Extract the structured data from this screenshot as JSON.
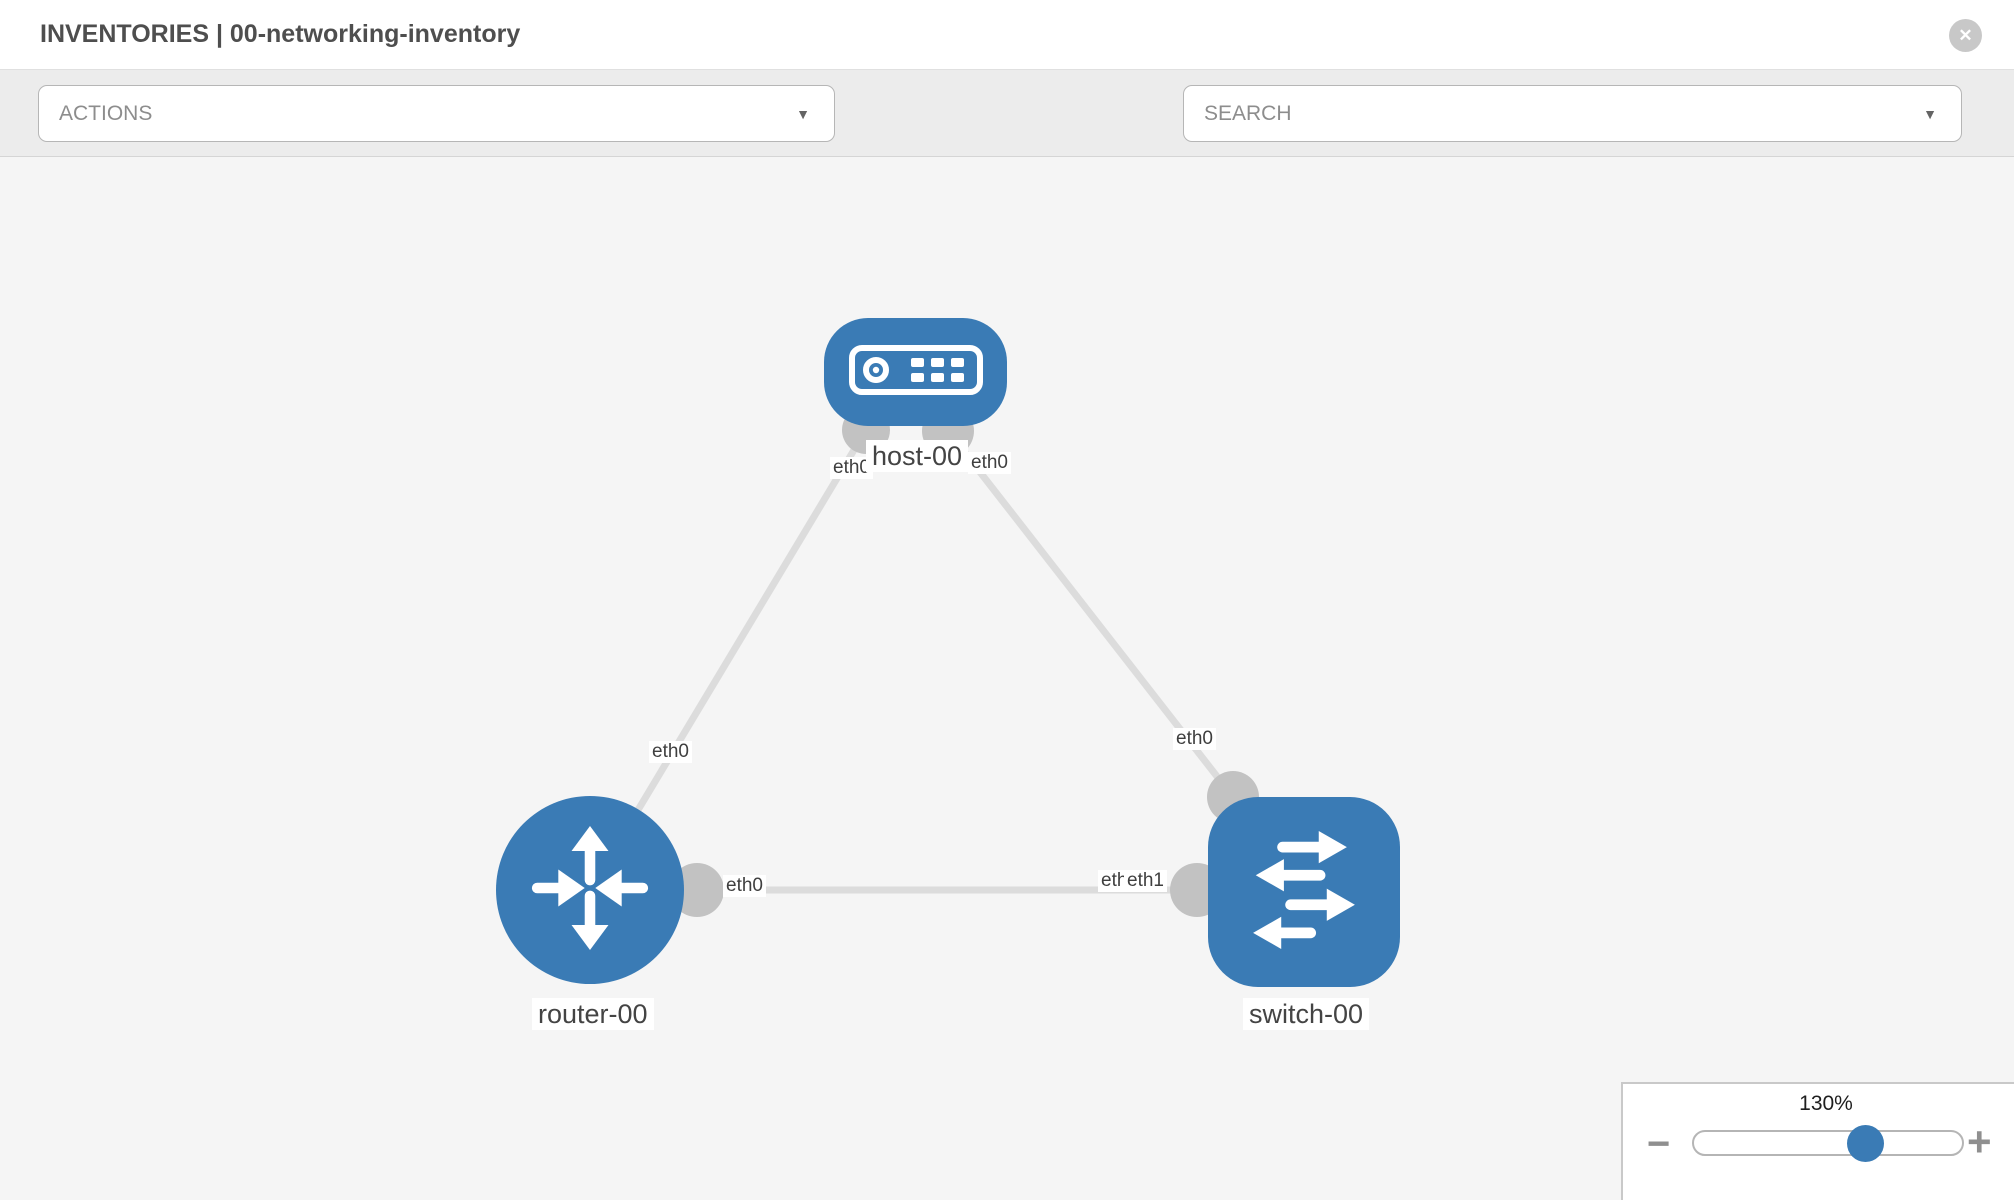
{
  "header": {
    "title": "INVENTORIES | 00-networking-inventory",
    "close_glyph": "✕"
  },
  "toolbar": {
    "actions_label": "ACTIONS",
    "search_placeholder": "SEARCH",
    "caret_glyph": "▼"
  },
  "colors": {
    "node_blue": "#3a7bb5",
    "link_gray": "#dcdcdc",
    "port_gray": "#c2c2c2",
    "canvas_bg": "#f5f5f5"
  },
  "topology": {
    "nodes": [
      {
        "id": "host-00",
        "type": "host",
        "label": "host-00"
      },
      {
        "id": "router-00",
        "type": "router",
        "label": "router-00"
      },
      {
        "id": "switch-00",
        "type": "switch",
        "label": "switch-00"
      }
    ],
    "links": [
      {
        "from": "host-00",
        "from_interface": "eth0",
        "to": "router-00",
        "to_interface": "eth0"
      },
      {
        "from": "host-00",
        "from_interface": "eth0",
        "to": "switch-00",
        "to_interface": "eth0"
      },
      {
        "from": "router-00",
        "from_interface": "eth0",
        "to": "switch-00",
        "to_interface": "eth1"
      }
    ],
    "link3_switch_overlapped_label": "eth0"
  },
  "zoom_control": {
    "level": "130%",
    "percent": 130,
    "minus_glyph": "−",
    "plus_glyph": "+"
  }
}
